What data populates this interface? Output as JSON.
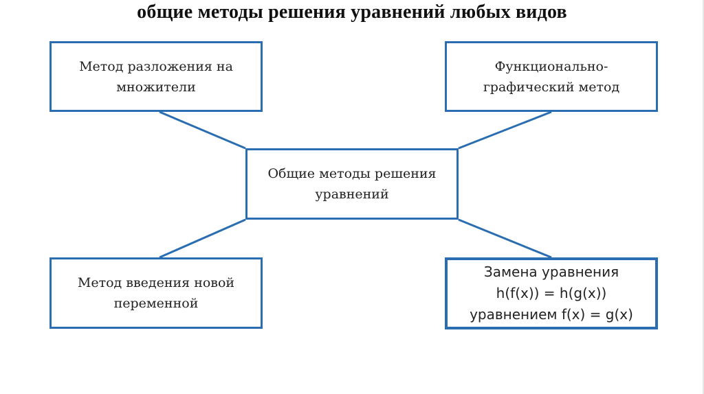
{
  "page_title": "общие методы решения уравнений любых видов",
  "diagram": {
    "center": {
      "text": "Общие методы решения\nуравнений"
    },
    "top_left": {
      "text": "Метод разложения на\nмножители"
    },
    "top_right": {
      "text": "Функционально-\nграфический метод"
    },
    "bottom_left": {
      "text": "Метод введения новой\nпеременной"
    },
    "bottom_right": {
      "text": "Замена уравнения\nh(f(x)) = h(g(x))\nуравнением f(x) = g(x)"
    }
  },
  "colors": {
    "box_border": "#2a6db0",
    "connector": "#2a6db0",
    "text": "#222222"
  }
}
